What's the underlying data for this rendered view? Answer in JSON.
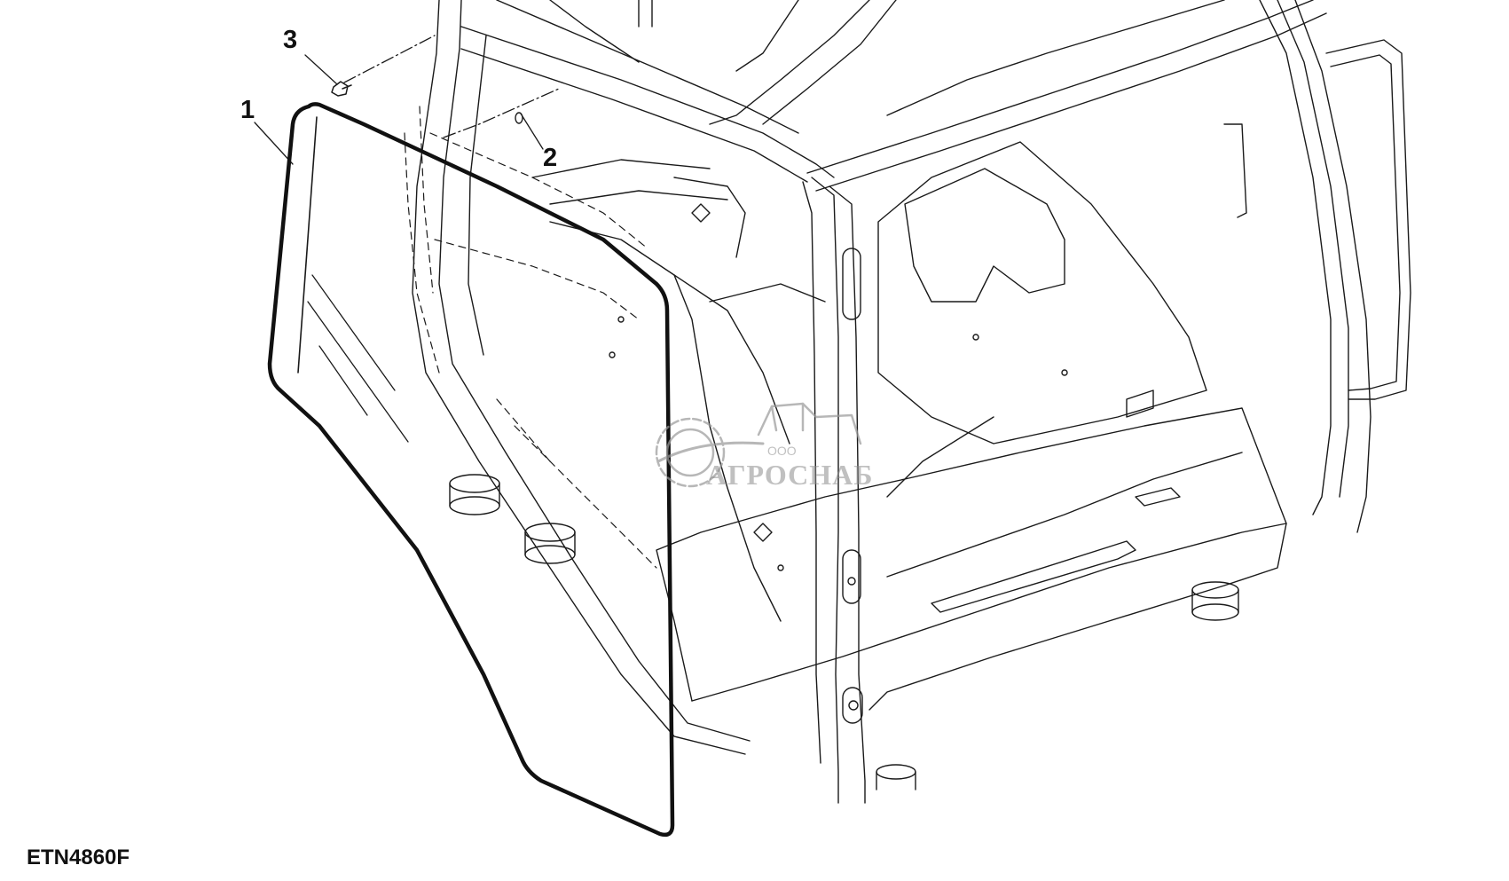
{
  "figure": {
    "id_label": "ETN4860F",
    "callouts": [
      {
        "number": "1",
        "part": "glass-panel"
      },
      {
        "number": "2",
        "part": "washer"
      },
      {
        "number": "3",
        "part": "screw"
      }
    ]
  },
  "watermark": {
    "company_prefix": "ООО",
    "company_name": "АГРОСНАБ"
  },
  "colors": {
    "line": "#1a1a1a",
    "background": "#ffffff",
    "watermark": "#8c8c8c"
  }
}
